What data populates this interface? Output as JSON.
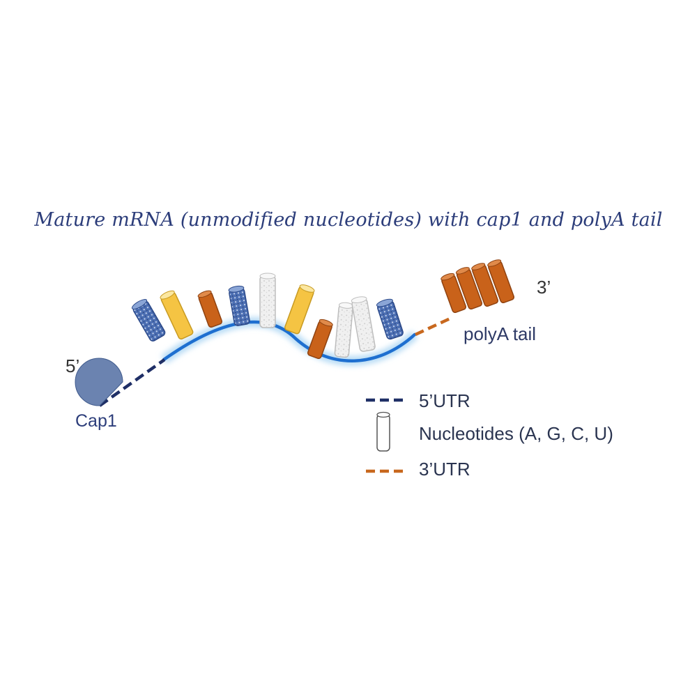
{
  "diagram": {
    "title": "Mature mRNA (unmodified nucleotides) with cap1 and polyA tail",
    "labels": {
      "five_prime": "5’",
      "three_prime": "3’",
      "cap": "Cap1",
      "polya": "polyA tail"
    },
    "legend": [
      {
        "symbol": "navy-dashes",
        "text": "5’UTR"
      },
      {
        "symbol": "white-cylinder",
        "text": "Nucleotides (A, G, C, U)"
      },
      {
        "symbol": "orange-dashes",
        "text": "3’UTR"
      }
    ],
    "colors": {
      "title": "#2c3d7a",
      "strand": "#1e6fd0",
      "strand_glow": "#9fd3f7",
      "utr5": "#1f2f66",
      "utr3": "#c8681e",
      "cap": "#6b83b0",
      "nt_blue": "#3f62a8",
      "nt_yellow": "#f5c443",
      "nt_orange": "#c9621a",
      "nt_white": "#ececec"
    },
    "nucleotides": [
      {
        "type": "blue"
      },
      {
        "type": "yellow"
      },
      {
        "type": "orange"
      },
      {
        "type": "blue"
      },
      {
        "type": "white"
      },
      {
        "type": "yellow"
      },
      {
        "type": "orange"
      },
      {
        "type": "white"
      },
      {
        "type": "white"
      },
      {
        "type": "blue"
      }
    ],
    "polya_count": 4
  }
}
